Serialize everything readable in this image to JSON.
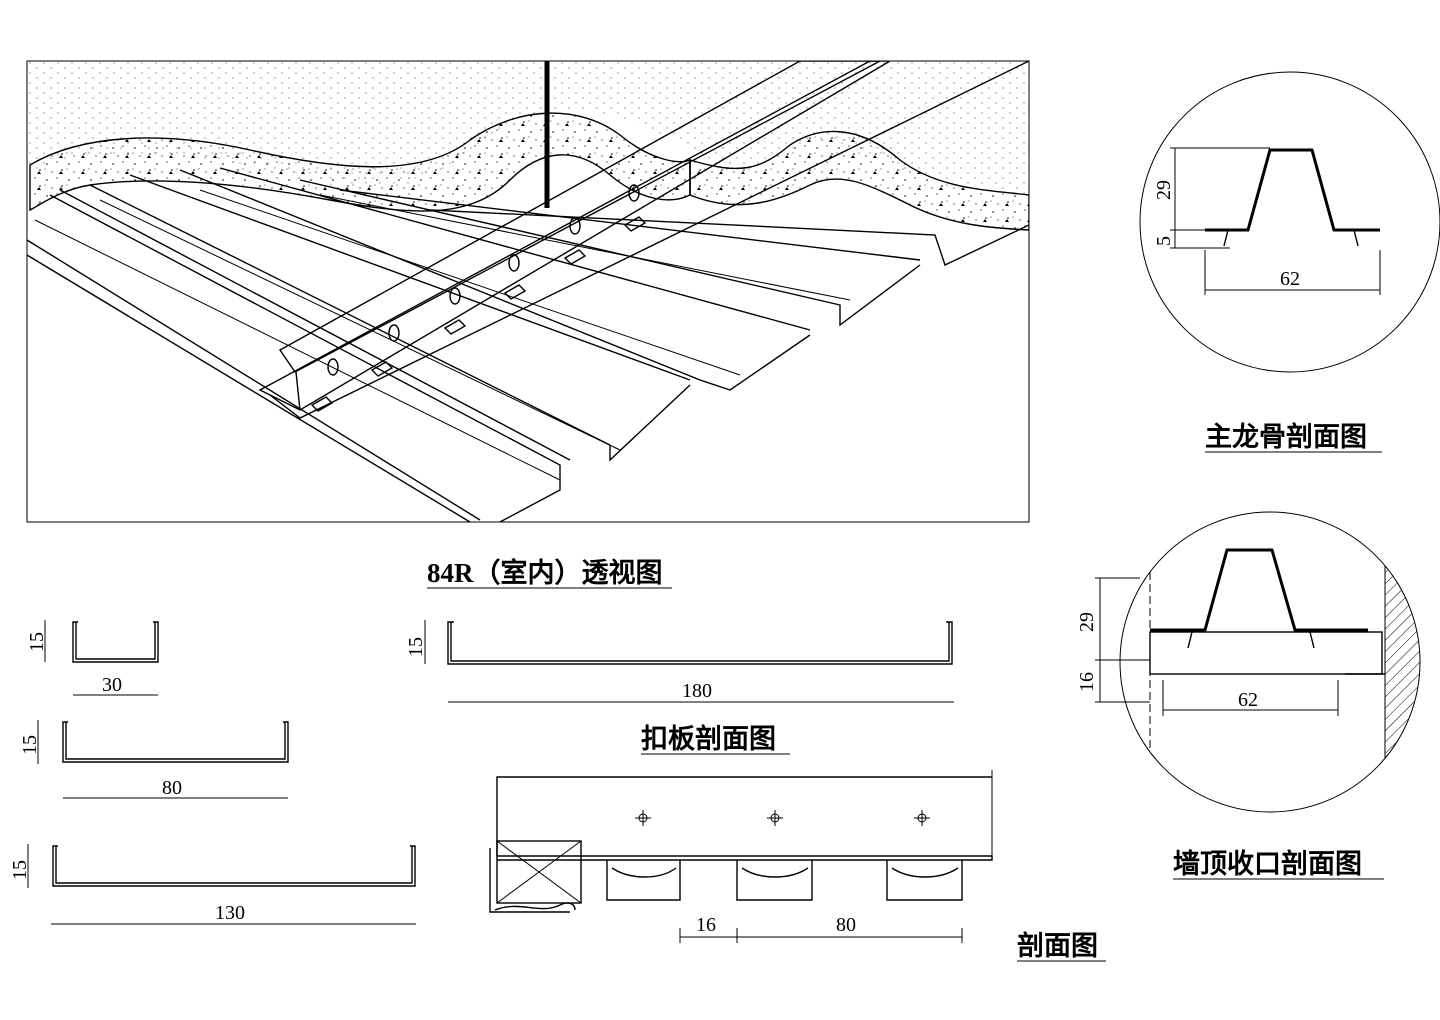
{
  "titles": {
    "perspective": "84R（室内）透视图",
    "main_keel_section": "主龙骨剖面图",
    "panel_section": "扣板剖面图",
    "wall_top_section": "墙顶收口剖面图",
    "section": "剖面图"
  },
  "main_keel": {
    "height": "29",
    "lip": "5",
    "width": "62"
  },
  "wall_top": {
    "height": "29",
    "panel": "16",
    "width": "62"
  },
  "panels": [
    {
      "height": "15",
      "width": "30"
    },
    {
      "height": "15",
      "width": "80"
    },
    {
      "height": "15",
      "width": "130"
    },
    {
      "height": "15",
      "width": "180"
    }
  ],
  "section": {
    "gap": "16",
    "width": "80"
  }
}
